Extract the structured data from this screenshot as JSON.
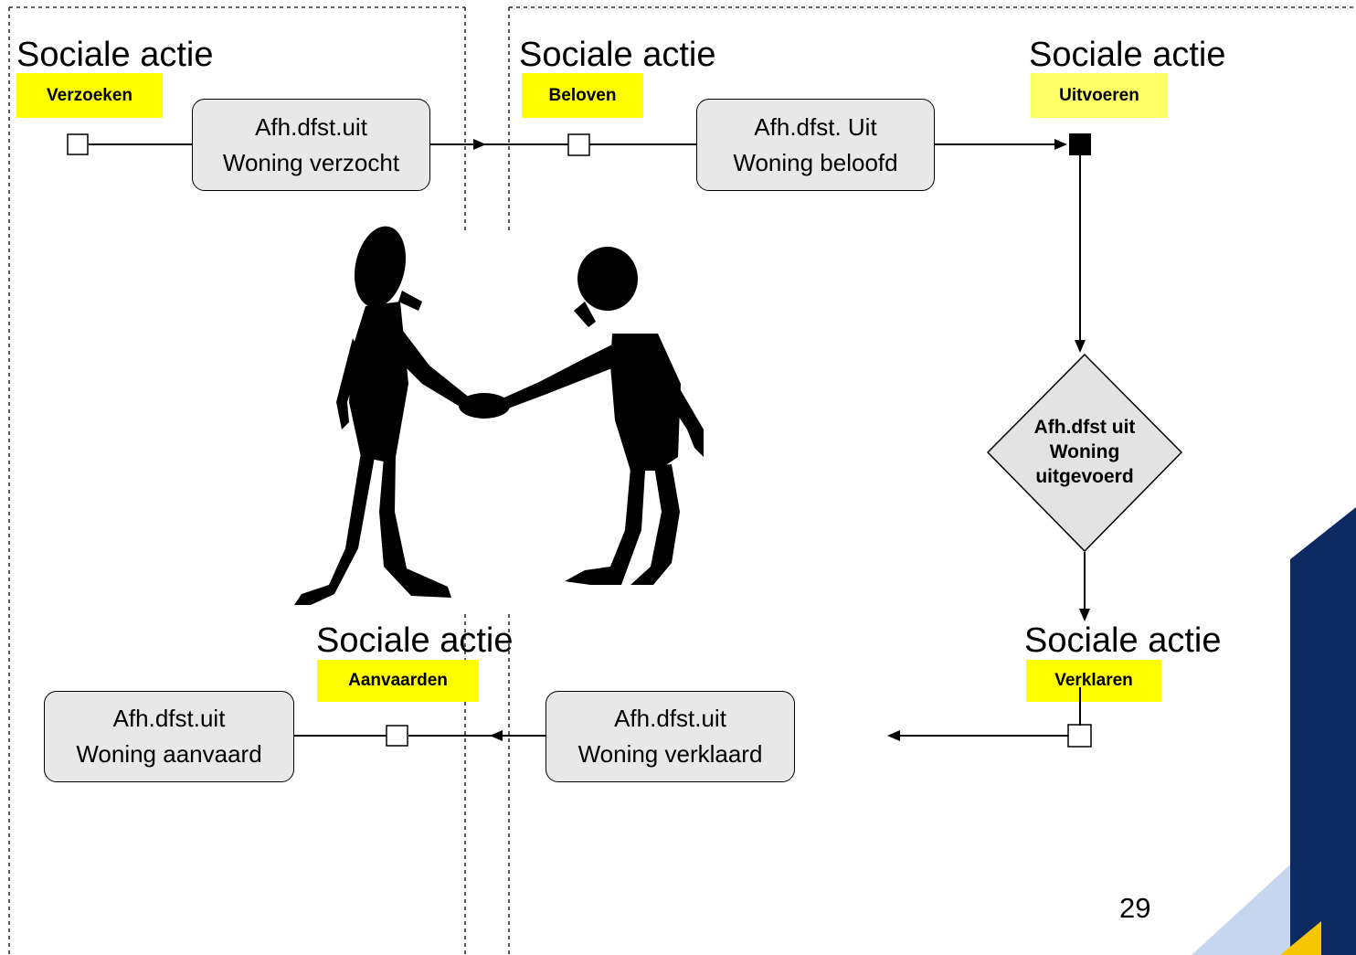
{
  "actor_title": "Sociale actie",
  "steps": {
    "verzoeken": {
      "tag": "Verzoeken",
      "state_line1": "Afh.dfst.uit",
      "state_line2": "Woning verzocht"
    },
    "beloven": {
      "tag": "Beloven",
      "state_line1": "Afh.dfst. Uit",
      "state_line2": "Woning beloofd"
    },
    "uitvoeren": {
      "tag": "Uitvoeren",
      "fact_line1": "Afh.dfst uit",
      "fact_line2": "Woning",
      "fact_line3": "uitgevoerd"
    },
    "verklaren": {
      "tag": "Verklaren",
      "state_line1": "Afh.dfst.uit",
      "state_line2": "Woning verklaard"
    },
    "aanvaarden": {
      "tag": "Aanvaarden",
      "state_line1": "Afh.dfst.uit",
      "state_line2": "Woning aanvaard"
    }
  },
  "page_number": "29",
  "colors": {
    "tag_yellow": "#ffff00",
    "tag_light_yellow": "#ffff66",
    "box_fill": "#e8e8e8",
    "navy": "#0d2a63",
    "light_blue": "#c7d6ef",
    "gold": "#f7c600"
  }
}
